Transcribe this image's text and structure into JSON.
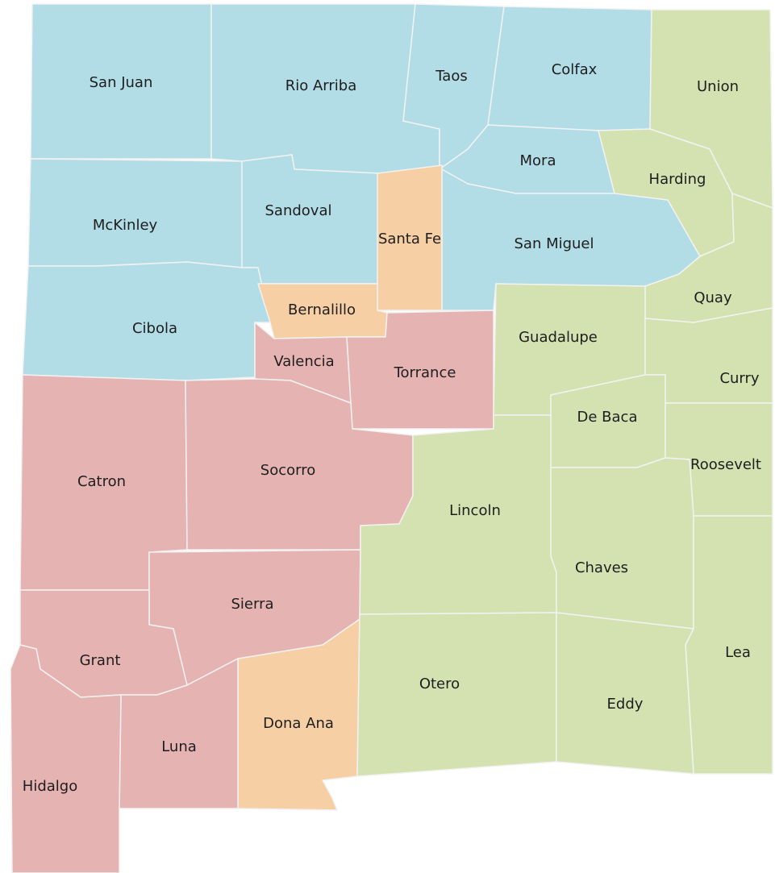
{
  "colors": {
    "region_blue": "#b2dce6",
    "region_red": "#e6b3b3",
    "region_orange": "#f7cfa4",
    "region_green": "#d4e2b2"
  },
  "counties": {
    "san_juan": {
      "label": "San Juan",
      "region": "blue"
    },
    "rio_arriba": {
      "label": "Rio Arriba",
      "region": "blue"
    },
    "taos": {
      "label": "Taos",
      "region": "blue"
    },
    "colfax": {
      "label": "Colfax",
      "region": "blue"
    },
    "union": {
      "label": "Union",
      "region": "green"
    },
    "mora": {
      "label": "Mora",
      "region": "blue"
    },
    "harding": {
      "label": "Harding",
      "region": "green"
    },
    "mckinley": {
      "label": "McKinley",
      "region": "blue"
    },
    "sandoval": {
      "label": "Sandoval",
      "region": "blue"
    },
    "santa_fe": {
      "label": "Santa Fe",
      "region": "orange"
    },
    "san_miguel": {
      "label": "San Miguel",
      "region": "blue"
    },
    "quay": {
      "label": "Quay",
      "region": "green"
    },
    "bernalillo": {
      "label": "Bernalillo",
      "region": "orange"
    },
    "cibola": {
      "label": "Cibola",
      "region": "blue"
    },
    "guadalupe": {
      "label": "Guadalupe",
      "region": "green"
    },
    "valencia": {
      "label": "Valencia",
      "region": "red"
    },
    "torrance": {
      "label": "Torrance",
      "region": "red"
    },
    "curry": {
      "label": "Curry",
      "region": "green"
    },
    "de_baca": {
      "label": "De Baca",
      "region": "green"
    },
    "roosevelt": {
      "label": "Roosevelt",
      "region": "green"
    },
    "catron": {
      "label": "Catron",
      "region": "red"
    },
    "socorro": {
      "label": "Socorro",
      "region": "red"
    },
    "lincoln": {
      "label": "Lincoln",
      "region": "green"
    },
    "chaves": {
      "label": "Chaves",
      "region": "green"
    },
    "sierra": {
      "label": "Sierra",
      "region": "red"
    },
    "lea": {
      "label": "Lea",
      "region": "green"
    },
    "grant": {
      "label": "Grant",
      "region": "red"
    },
    "otero": {
      "label": "Otero",
      "region": "green"
    },
    "eddy": {
      "label": "Eddy",
      "region": "green"
    },
    "dona_ana": {
      "label": "Dona Ana",
      "region": "orange"
    },
    "luna": {
      "label": "Luna",
      "region": "red"
    },
    "hidalgo": {
      "label": "Hidalgo",
      "region": "red"
    }
  }
}
